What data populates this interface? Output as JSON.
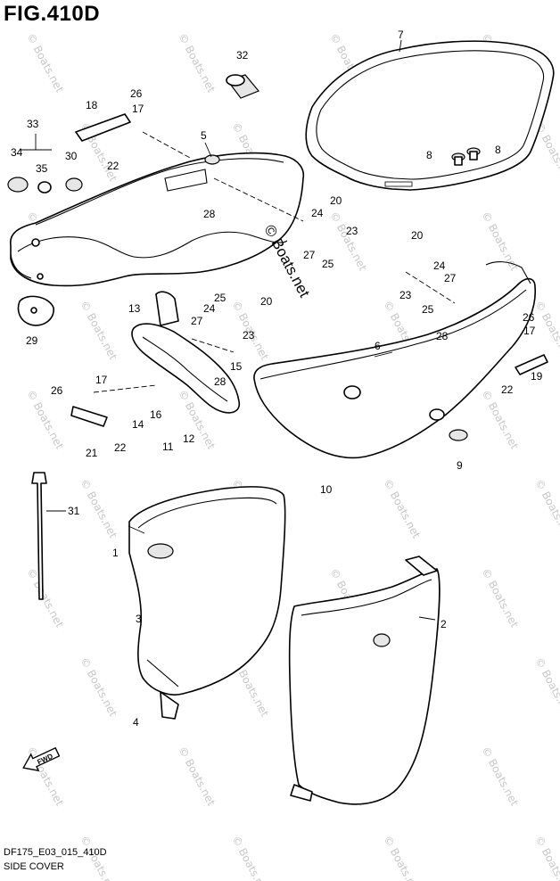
{
  "figure": {
    "title": "FIG.410D",
    "code": "DF175_E03_015_410D",
    "caption": "SIDE COVER"
  },
  "watermark": "© Boats.net",
  "center_watermark": "© Boats.net",
  "fwd_label": "FWD",
  "callouts": [
    "1",
    "2",
    "3",
    "4",
    "5",
    "6",
    "7",
    "8",
    "9",
    "10",
    "11",
    "12",
    "13",
    "14",
    "15",
    "16",
    "17",
    "18",
    "19",
    "20",
    "21",
    "22",
    "23",
    "24",
    "25",
    "26",
    "27",
    "28",
    "29",
    "30",
    "31",
    "32",
    "33",
    "34",
    "35"
  ]
}
